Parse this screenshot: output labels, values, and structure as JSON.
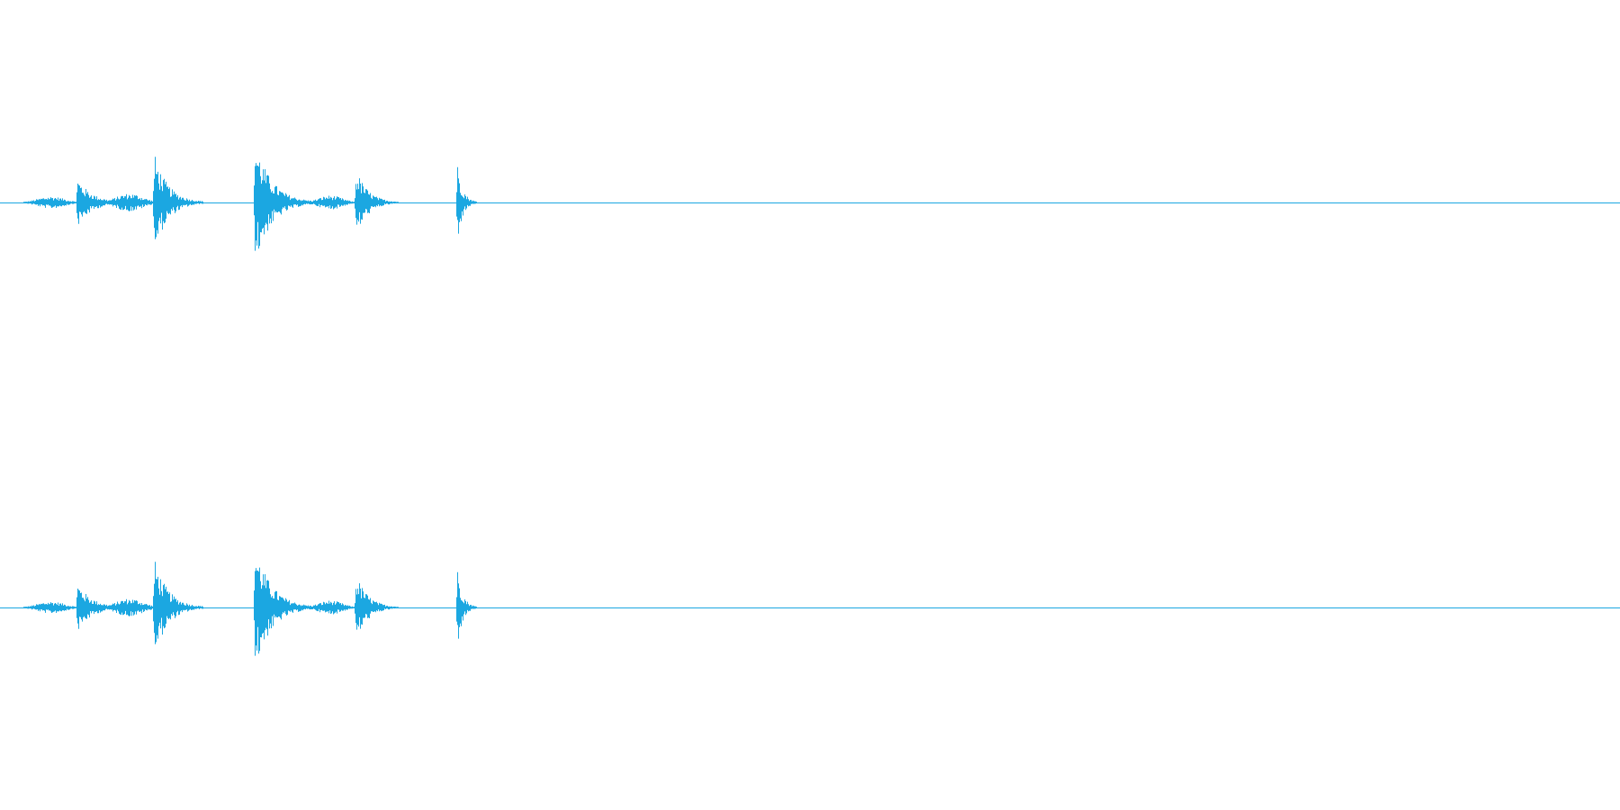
{
  "waveform": {
    "color": "#1ba7e1",
    "background": "#ffffff",
    "channels": [
      "left",
      "right"
    ],
    "bursts": [
      {
        "t": 0.0315,
        "a": 0.06,
        "d": 0.018,
        "kind": "soft"
      },
      {
        "t": 0.048,
        "a": 0.24,
        "d": 0.032,
        "kind": "click"
      },
      {
        "t": 0.08,
        "a": 0.09,
        "d": 0.018,
        "kind": "soft"
      },
      {
        "t": 0.0955,
        "a": 0.48,
        "d": 0.03,
        "kind": "click"
      },
      {
        "t": 0.1575,
        "a": 0.62,
        "d": 0.036,
        "kind": "click"
      },
      {
        "t": 0.204,
        "a": 0.07,
        "d": 0.016,
        "kind": "soft"
      },
      {
        "t": 0.22,
        "a": 0.33,
        "d": 0.026,
        "kind": "click"
      },
      {
        "t": 0.2825,
        "a": 0.38,
        "d": 0.012,
        "kind": "click"
      }
    ]
  }
}
